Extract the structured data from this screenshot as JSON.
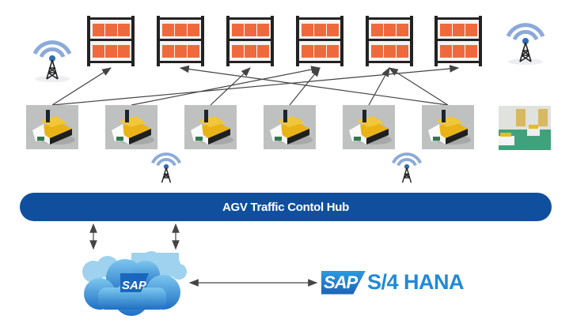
{
  "diagram": {
    "title": "AGV fleet integration",
    "hub": {
      "label": "AGV Traffic Contol Hub",
      "color": "#0f4f9e"
    },
    "racks": [
      {
        "id": "rack-1"
      },
      {
        "id": "rack-2"
      },
      {
        "id": "rack-3"
      },
      {
        "id": "rack-4"
      },
      {
        "id": "rack-5"
      },
      {
        "id": "rack-6"
      }
    ],
    "agvs": [
      {
        "id": "agv-1"
      },
      {
        "id": "agv-2"
      },
      {
        "id": "agv-3"
      },
      {
        "id": "agv-4"
      },
      {
        "id": "agv-5"
      },
      {
        "id": "agv-6"
      }
    ],
    "assignments": [
      {
        "from": "agv-1",
        "to": "rack-1"
      },
      {
        "from": "agv-1",
        "to": "rack-6"
      },
      {
        "from": "agv-2",
        "to": "rack-4"
      },
      {
        "from": "agv-3",
        "to": "rack-3"
      },
      {
        "from": "agv-4",
        "to": "rack-4"
      },
      {
        "from": "agv-5",
        "to": "rack-5"
      },
      {
        "from": "agv-6",
        "to": "rack-5"
      },
      {
        "from": "agv-6",
        "to": "rack-2"
      }
    ],
    "towers": [
      "wireless-tower-top-left",
      "wireless-tower-top-right",
      "wireless-tower-mid-left",
      "wireless-tower-mid-right"
    ],
    "cloud": {
      "label": "SAP"
    },
    "erp": {
      "brand": "SAP",
      "product": "S/4 HANA"
    },
    "colors": {
      "box": "#ee6a3c",
      "rack": "#222222",
      "signal": "#2f6db5",
      "arrow": "#444444"
    }
  }
}
